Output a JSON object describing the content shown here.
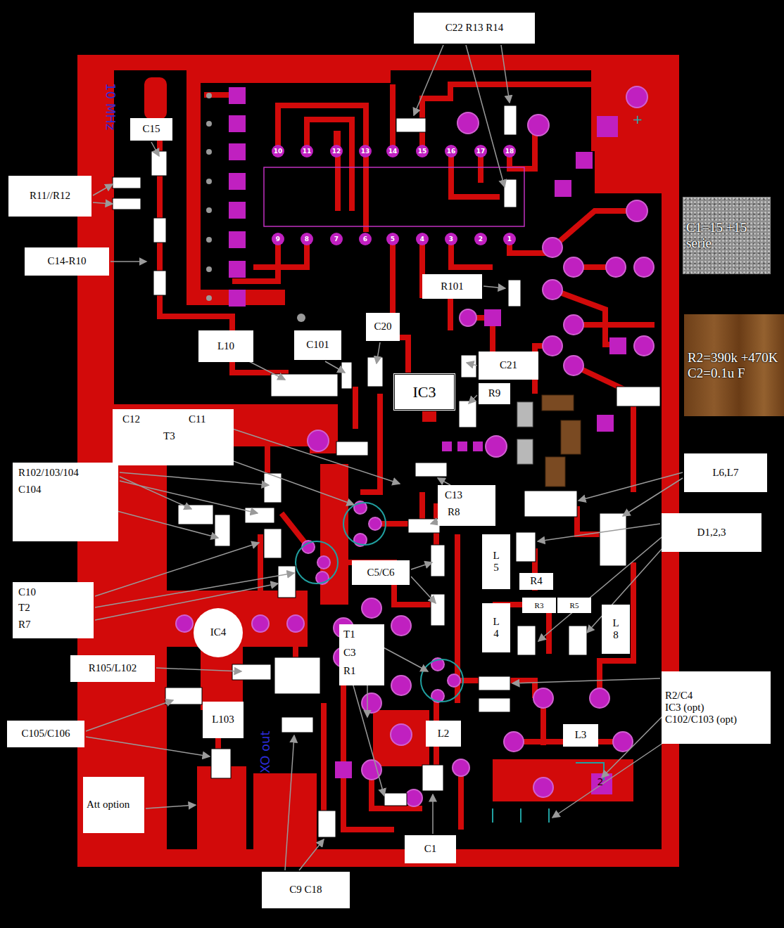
{
  "diagram": {
    "nodes": [
      {
        "text": [
          "C22 R13 R14"
        ]
      },
      {
        "text": [
          "C15"
        ]
      },
      {
        "text": [
          "R11//R12"
        ]
      },
      {
        "text": [
          "C1=15 +15 serie"
        ]
      },
      {
        "text": [
          "C14-R10"
        ]
      },
      {
        "text": [
          "R101"
        ]
      },
      {
        "text": [
          "R2=390k +470K C2=0.1u F"
        ]
      },
      {
        "text": [
          "L10"
        ]
      },
      {
        "text": [
          "C101"
        ]
      },
      {
        "text": [
          "C20"
        ]
      },
      {
        "text": [
          "C21"
        ]
      },
      {
        "text": [
          "IC3"
        ]
      },
      {
        "text": [
          "R9"
        ]
      },
      {
        "text": [
          "C12",
          "C11",
          "T3"
        ]
      },
      {
        "text": [
          "R102/103/104",
          "C104"
        ]
      },
      {
        "text": [
          "C13",
          "R8"
        ]
      },
      {
        "text": [
          "L6,L7"
        ]
      },
      {
        "text": [
          "D1,2,3"
        ]
      },
      {
        "text": [
          "C5/C6"
        ]
      },
      {
        "text": [
          "L 5"
        ]
      },
      {
        "text": [
          "R4"
        ]
      },
      {
        "text": [
          "R3"
        ]
      },
      {
        "text": [
          "R5"
        ]
      },
      {
        "text": [
          "C10",
          "T2",
          "R7"
        ]
      },
      {
        "text": [
          "IC4"
        ]
      },
      {
        "text": [
          "T1",
          "C3",
          "R1"
        ]
      },
      {
        "text": [
          "L 4"
        ]
      },
      {
        "text": [
          "L 8"
        ]
      },
      {
        "text": [
          "R105/L102"
        ]
      },
      {
        "text": [
          "R2/C4",
          "IC3 (opt)",
          "C102/C103 (opt)"
        ]
      },
      {
        "text": [
          "L103"
        ]
      },
      {
        "text": [
          "C105/C106"
        ]
      },
      {
        "text": [
          "L2"
        ]
      },
      {
        "text": [
          "L3"
        ]
      },
      {
        "text": [
          "Att option"
        ]
      },
      {
        "text": [
          "C1"
        ]
      },
      {
        "text": [
          "C9 C18"
        ]
      }
    ],
    "labels": [
      "10 MHz",
      "XO out",
      "+",
      "2",
      "10",
      "11",
      "12",
      "13",
      "14",
      "15",
      "16",
      "17",
      "18",
      "9",
      "8",
      "7",
      "6",
      "5",
      "4",
      "3",
      "2",
      "1"
    ]
  }
}
